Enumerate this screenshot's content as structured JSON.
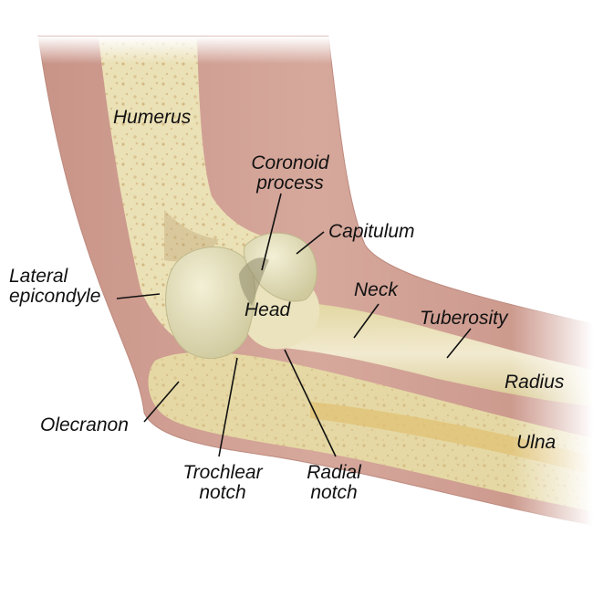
{
  "diagram": {
    "labels": {
      "humerus": "Humerus",
      "coronoid_1": "Coronoid",
      "coronoid_2": "process",
      "capitulum": "Capitulum",
      "lateral_1": "Lateral",
      "lateral_2": "epicondyle",
      "head": "Head",
      "neck": "Neck",
      "tuberosity": "Tuberosity",
      "radius": "Radius",
      "olecranon": "Olecranon",
      "ulna": "Ulna",
      "trochlear_1": "Trochlear",
      "trochlear_2": "notch",
      "radial_1": "Radial",
      "radial_2": "notch"
    },
    "colors": {
      "background": "#ffffff",
      "skin": "#cf9e92",
      "skin_edge": "#bd8a7e",
      "bone": "#ebe1b6",
      "bone_dark": "#d9c98c",
      "bone_speckle": "#c9a86f",
      "cartilage": "#e7e3c0",
      "cartilage_shadow": "#c9c49a",
      "leader": "#111111",
      "label_text": "#111111"
    }
  }
}
